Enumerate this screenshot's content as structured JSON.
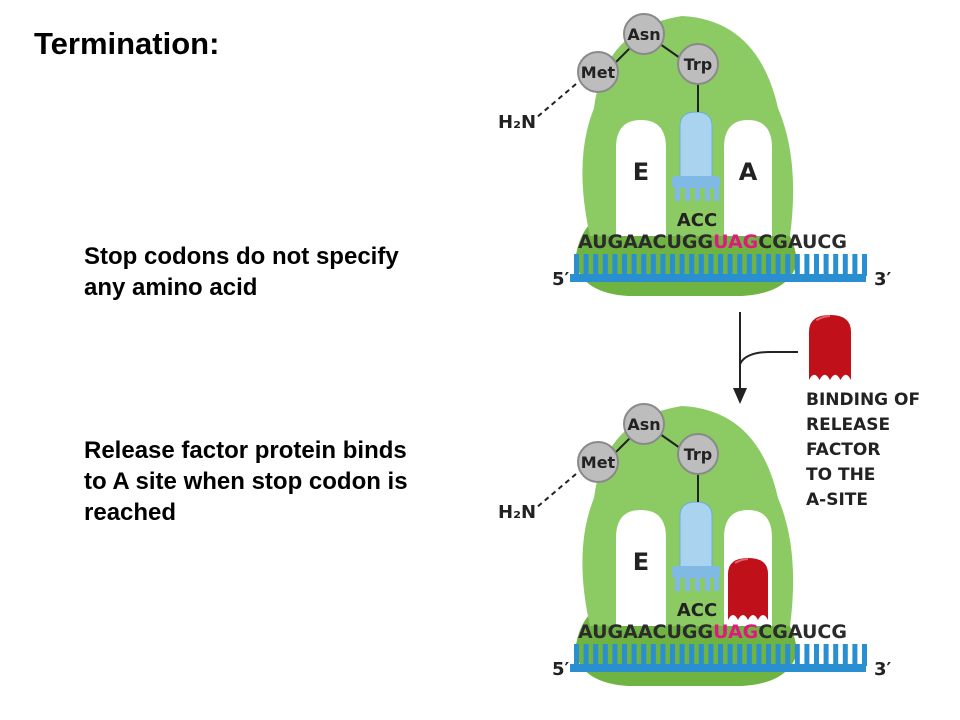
{
  "title": "Termination:",
  "text": {
    "p1": "Stop codons do not specify any amino acid",
    "p2": "Release factor protein binds to A site when stop codon is reached"
  },
  "diagram": {
    "amino_acids": [
      "Met",
      "Asn",
      "Trp"
    ],
    "n_terminus": "H₂N",
    "sites": {
      "e": "E",
      "a": "A"
    },
    "anticodon": "ACC",
    "mrna": {
      "before": "AUGAACUGG",
      "stop": "UAG",
      "after": "CGAUCG"
    },
    "five_prime": "5′",
    "three_prime": "3′",
    "step_label": [
      "BINDING OF",
      "RELEASE",
      "FACTOR",
      "TO THE",
      "A-SITE"
    ]
  },
  "colors": {
    "ribosome_large": "#8ccb64",
    "ribosome_small": "#6fb443",
    "mrna": "#2a8fd0",
    "trna": "#a9d3ef",
    "stop_codon": "#e0197e",
    "release_factor": "#c0111b"
  }
}
